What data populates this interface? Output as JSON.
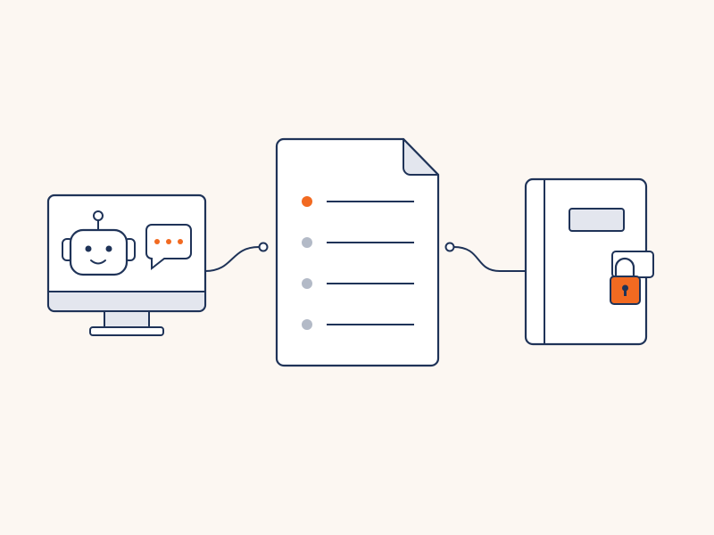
{
  "colors": {
    "background": "#fcf7f2",
    "stroke": "#1f3358",
    "accent": "#f26a21",
    "muted_dot": "#b3bac7",
    "panel_fill": "#e3e6ee",
    "paper_fill": "#ffffff"
  },
  "nodes": [
    {
      "id": "computer",
      "icon": "computer-icon"
    },
    {
      "id": "document",
      "icon": "document-icon"
    },
    {
      "id": "notebook",
      "icon": "locked-notebook-icon"
    }
  ],
  "computer": {
    "icons": [
      "robot-icon",
      "speech-bubble-icon"
    ],
    "typing_dots": 3
  },
  "document": {
    "list_items": [
      {
        "highlighted": true
      },
      {
        "highlighted": false
      },
      {
        "highlighted": false
      },
      {
        "highlighted": false
      }
    ]
  },
  "notebook": {
    "icons": [
      "label-icon",
      "padlock-icon"
    ]
  },
  "connections": [
    {
      "from": "computer",
      "to": "document"
    },
    {
      "from": "document",
      "to": "notebook"
    }
  ]
}
